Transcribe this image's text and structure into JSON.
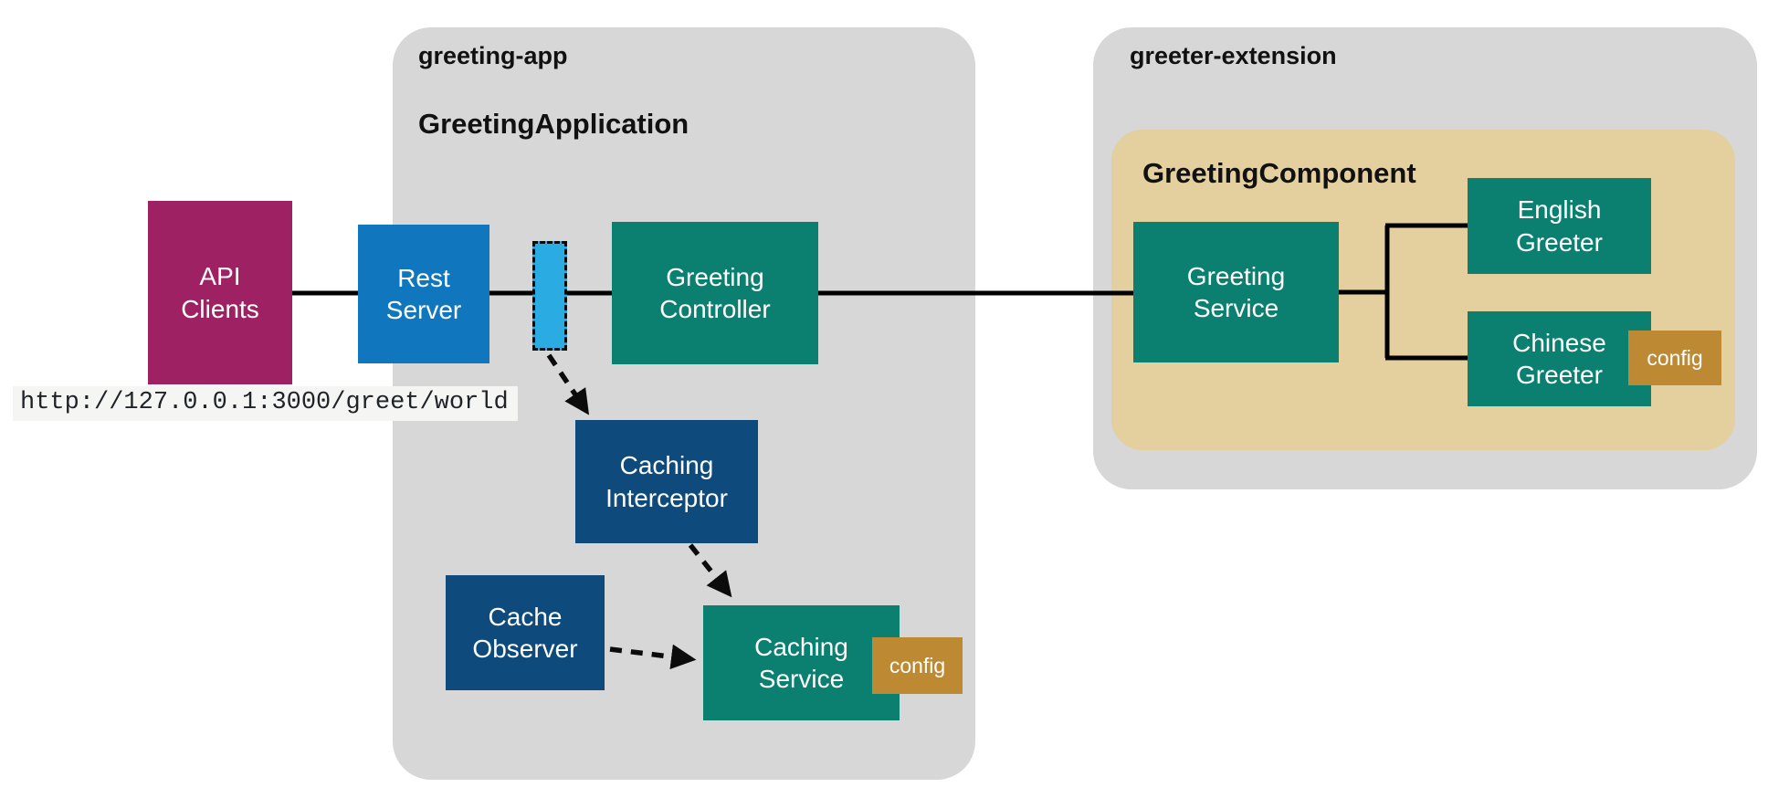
{
  "diagram": {
    "containers": {
      "greeting_app": {
        "label": "greeting-app",
        "title": "GreetingApplication"
      },
      "greeter_extension": {
        "label": "greeter-extension",
        "component_title": "GreetingComponent"
      }
    },
    "nodes": {
      "api_clients": {
        "label": "API\nClients"
      },
      "rest_server": {
        "label": "Rest\nServer"
      },
      "interceptor_point": {
        "label": ""
      },
      "greeting_controller": {
        "label": "Greeting\nController"
      },
      "caching_interceptor": {
        "label": "Caching\nInterceptor"
      },
      "cache_observer": {
        "label": "Cache\nObserver"
      },
      "caching_service": {
        "label": "Caching\nService",
        "badge": "config"
      },
      "greeting_service": {
        "label": "Greeting\nService"
      },
      "english_greeter": {
        "label": "English\nGreeter"
      },
      "chinese_greeter": {
        "label": "Chinese\nGreeter",
        "badge": "config"
      }
    },
    "url_label": "http://127.0.0.1:3000/greet/world",
    "edges": [
      {
        "from": "api-clients",
        "to": "rest-server",
        "style": "solid"
      },
      {
        "from": "rest-server",
        "to": "greeting-controller",
        "style": "solid",
        "via": "interceptor-point"
      },
      {
        "from": "greeting-controller",
        "to": "greeting-service",
        "style": "solid"
      },
      {
        "from": "greeting-service",
        "to": "english-greeter",
        "style": "solid-branch"
      },
      {
        "from": "greeting-service",
        "to": "chinese-greeter",
        "style": "solid-branch"
      },
      {
        "from": "interceptor-point",
        "to": "caching-interceptor",
        "style": "dashed-arrow"
      },
      {
        "from": "caching-interceptor",
        "to": "caching-service",
        "style": "dashed-arrow"
      },
      {
        "from": "cache-observer",
        "to": "caching-service",
        "style": "dashed-arrow"
      }
    ],
    "colors": {
      "container_gray": "#d7d7d7",
      "component_tan": "#e4cf9e",
      "magenta": "#9e2164",
      "blue": "#1077be",
      "light_blue": "#2aabe2",
      "teal": "#0c8070",
      "navy": "#0e4b7c",
      "badge_gold": "#bd8a33",
      "wire_black": "#000000",
      "url_bg": "#f5f6f4"
    }
  }
}
